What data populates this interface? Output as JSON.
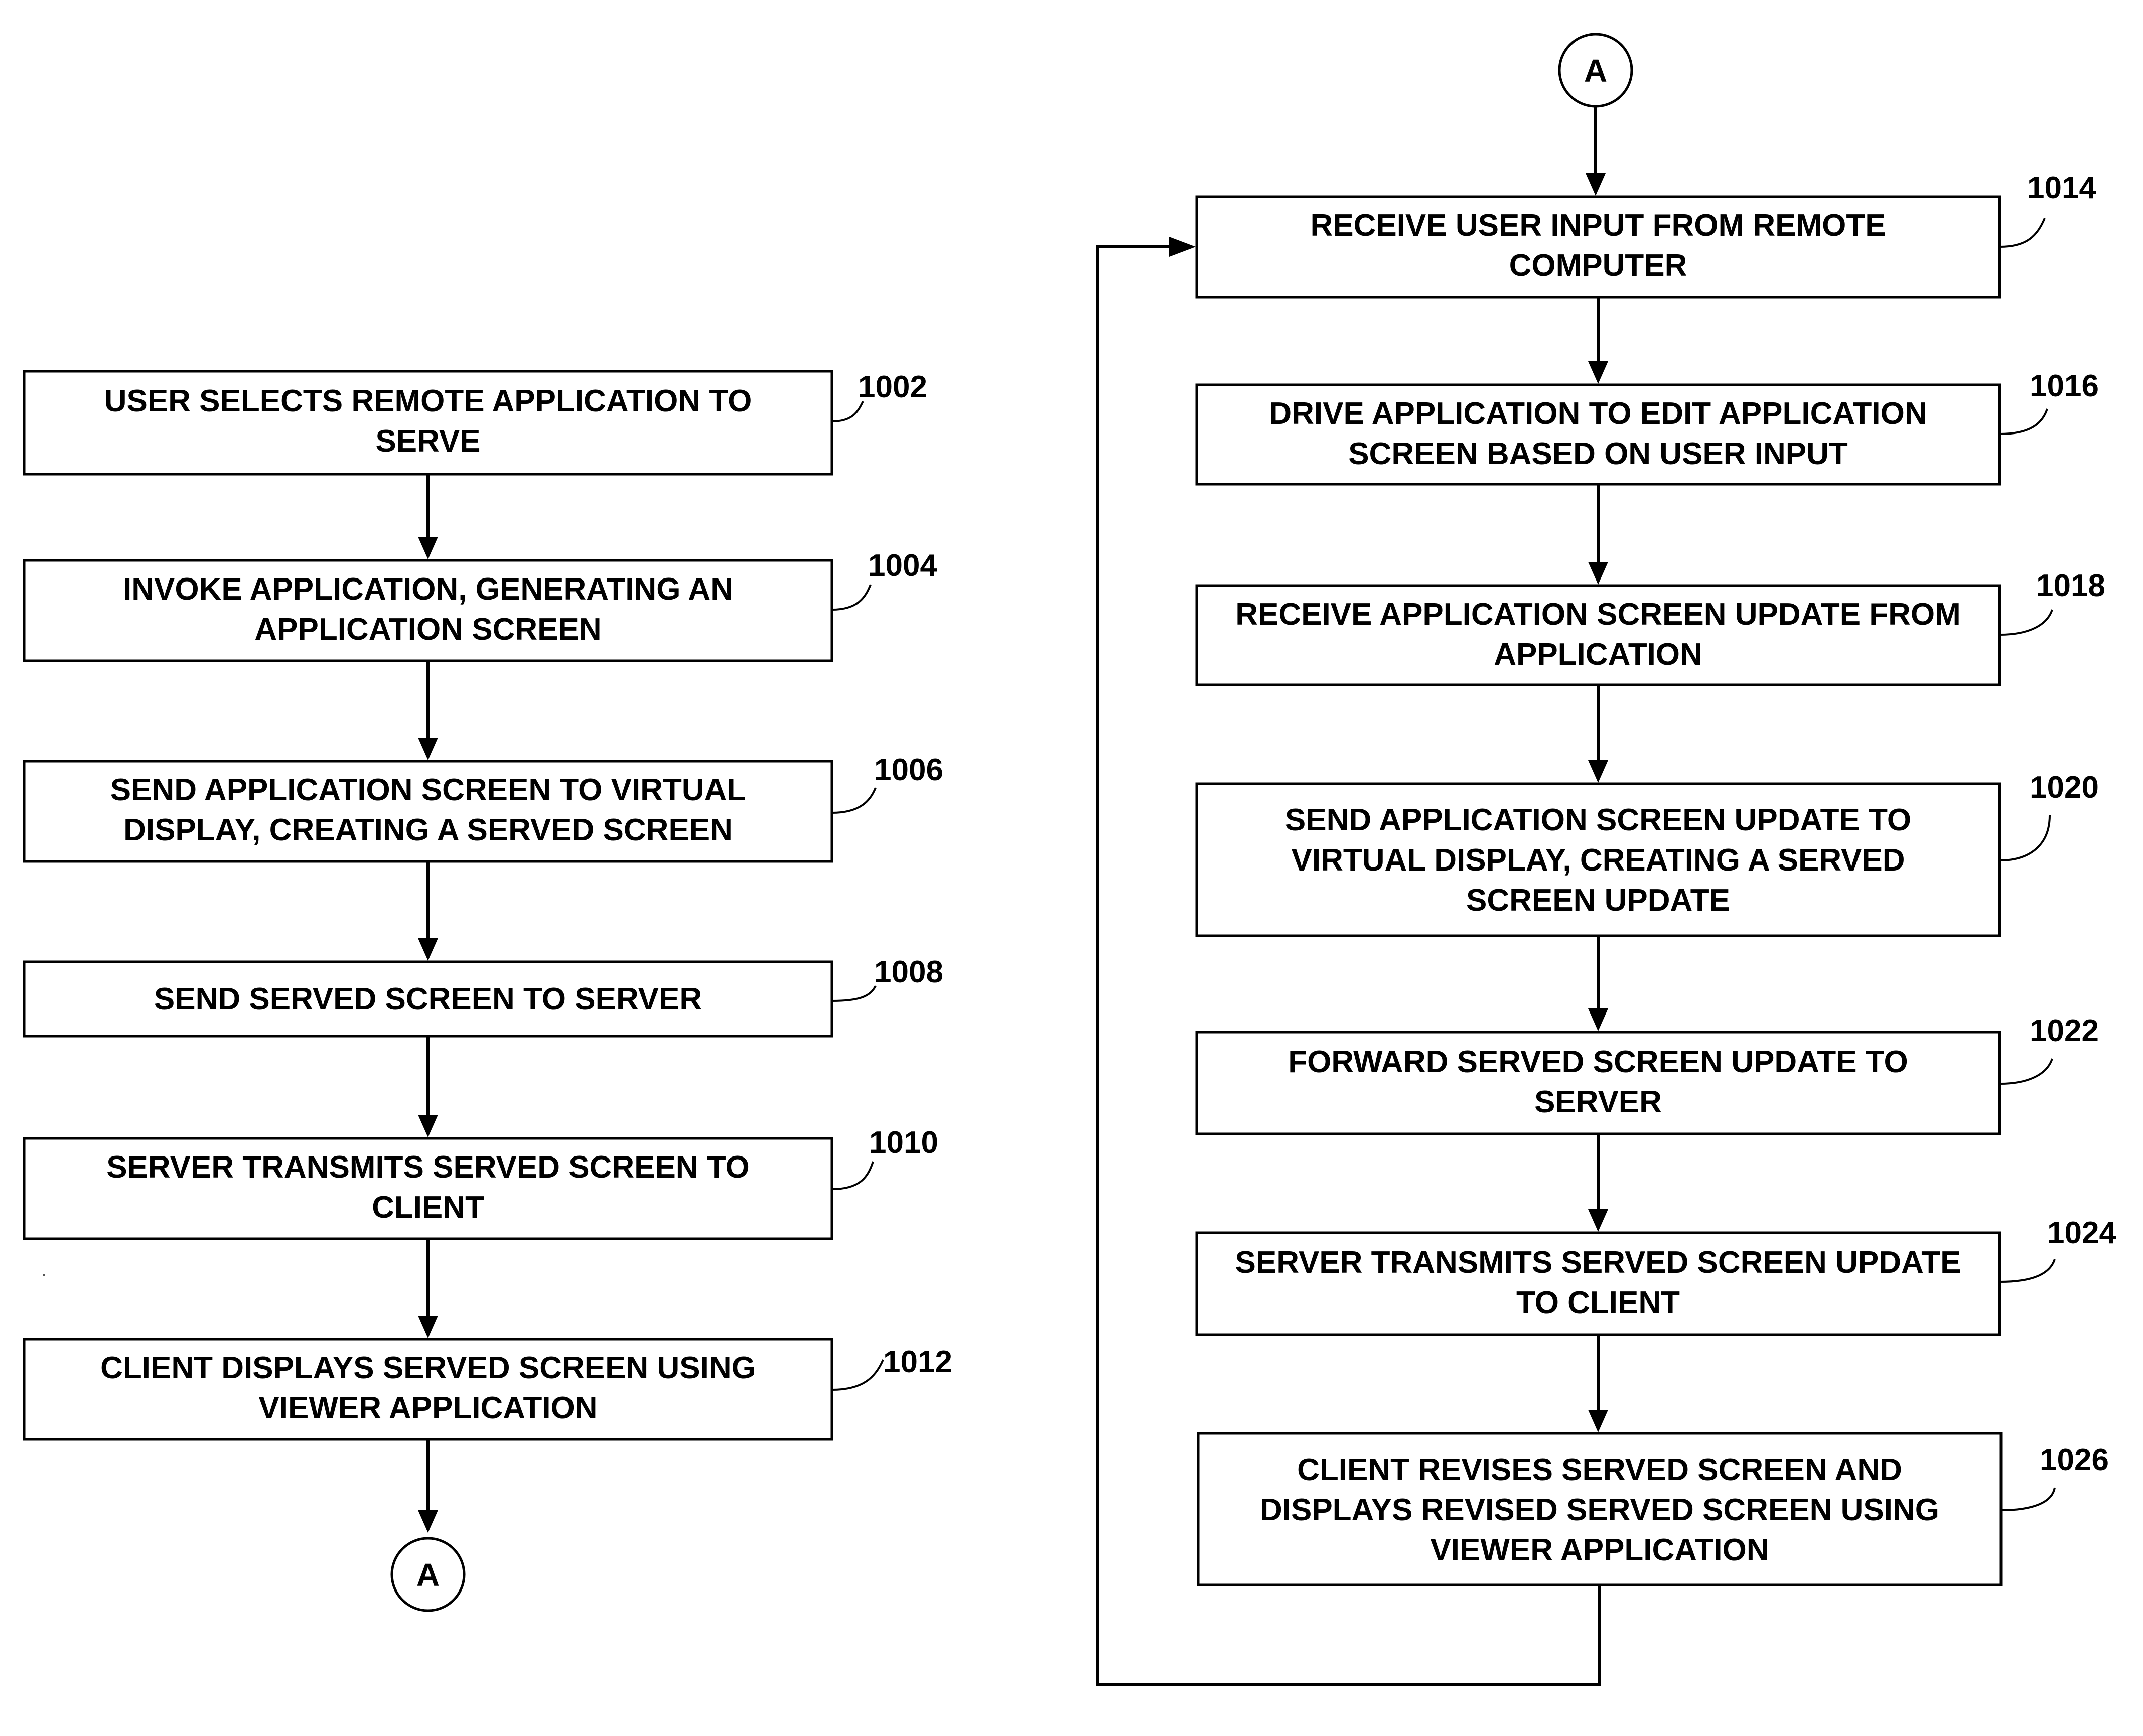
{
  "steps": {
    "s1002": {
      "ref": "1002",
      "lines": [
        "USER SELECTS REMOTE APPLICATION TO",
        "SERVE"
      ]
    },
    "s1004": {
      "ref": "1004",
      "lines": [
        "INVOKE APPLICATION, GENERATING AN",
        "APPLICATION SCREEN"
      ]
    },
    "s1006": {
      "ref": "1006",
      "lines": [
        "SEND APPLICATION SCREEN TO  VIRTUAL",
        "DISPLAY, CREATING A SERVED SCREEN"
      ]
    },
    "s1008": {
      "ref": "1008",
      "lines": [
        "SEND SERVED SCREEN TO SERVER"
      ]
    },
    "s1010": {
      "ref": "1010",
      "lines": [
        "SERVER TRANSMITS SERVED SCREEN TO",
        "CLIENT"
      ]
    },
    "s1012": {
      "ref": "1012",
      "lines": [
        "CLIENT DISPLAYS SERVED SCREEN USING",
        "VIEWER APPLICATION"
      ]
    },
    "s1014": {
      "ref": "1014",
      "lines": [
        "RECEIVE USER INPUT FROM REMOTE",
        "COMPUTER"
      ]
    },
    "s1016": {
      "ref": "1016",
      "lines": [
        "DRIVE APPLICATION TO EDIT APPLICATION",
        "SCREEN BASED ON USER INPUT"
      ]
    },
    "s1018": {
      "ref": "1018",
      "lines": [
        "RECEIVE APPLICATION SCREEN UPDATE FROM",
        "APPLICATION"
      ]
    },
    "s1020": {
      "ref": "1020",
      "lines": [
        "SEND APPLICATION SCREEN UPDATE TO",
        "VIRTUAL DISPLAY, CREATING A SERVED",
        "SCREEN UPDATE"
      ]
    },
    "s1022": {
      "ref": "1022",
      "lines": [
        "FORWARD SERVED SCREEN UPDATE TO",
        "SERVER"
      ]
    },
    "s1024": {
      "ref": "1024",
      "lines": [
        "SERVER TRANSMITS SERVED SCREEN UPDATE",
        "TO CLIENT"
      ]
    },
    "s1026": {
      "ref": "1026",
      "lines": [
        "CLIENT REVISES SERVED SCREEN AND",
        "DISPLAYS REVISED SERVED SCREEN USING",
        "VIEWER APPLICATION"
      ]
    }
  },
  "connectors": {
    "bottom_label": "A",
    "top_label": "A"
  },
  "colors": {
    "stroke": "#000000",
    "fill": "#ffffff"
  }
}
